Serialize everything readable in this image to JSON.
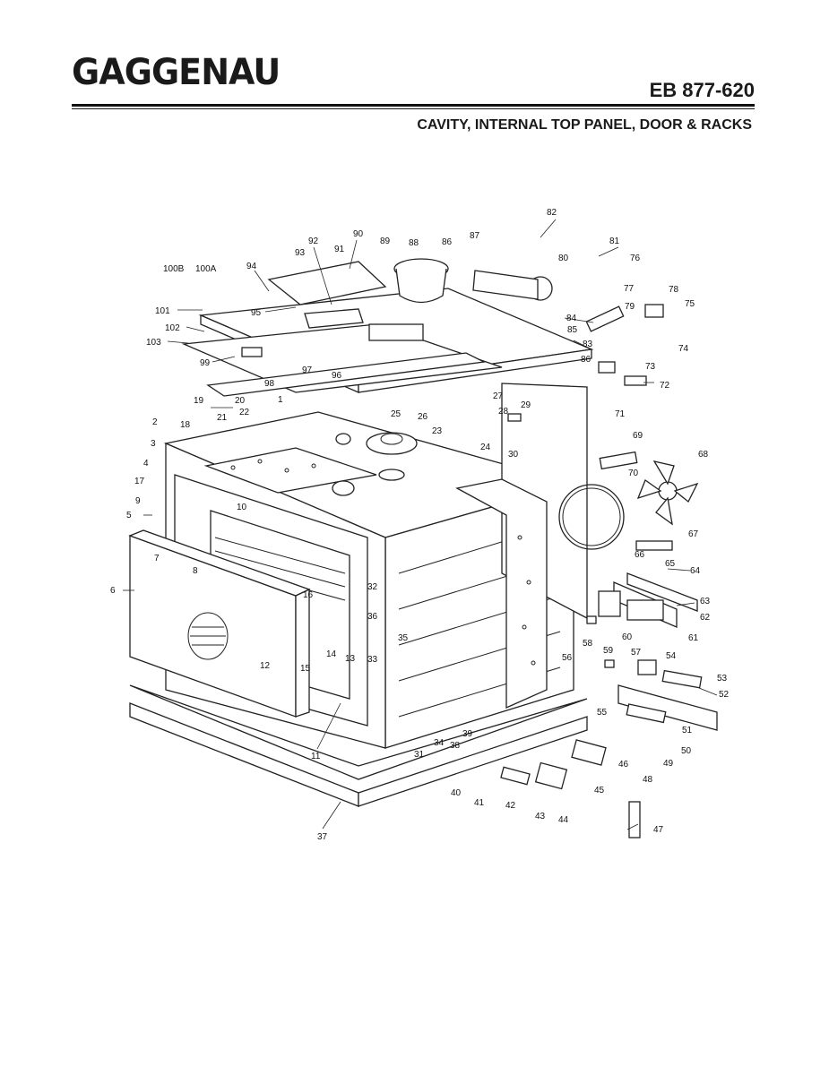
{
  "header": {
    "brand": "GAGGENAU",
    "model": "EB 877-620",
    "subtitle": "CAVITY, INTERNAL TOP PANEL, DOOR & RACKS"
  },
  "callouts": [
    "1",
    "2",
    "3",
    "4",
    "5",
    "6",
    "7",
    "8",
    "9",
    "10",
    "11",
    "12",
    "13",
    "14",
    "15",
    "16",
    "17",
    "18",
    "19",
    "20",
    "21",
    "22",
    "23",
    "24",
    "25",
    "26",
    "27",
    "28",
    "29",
    "30",
    "31",
    "32",
    "33",
    "34",
    "35",
    "36",
    "37",
    "38",
    "39",
    "40",
    "41",
    "42",
    "43",
    "44",
    "45",
    "46",
    "47",
    "48",
    "49",
    "50",
    "51",
    "52",
    "53",
    "54",
    "55",
    "56",
    "57",
    "58",
    "59",
    "60",
    "61",
    "62",
    "63",
    "64",
    "65",
    "66",
    "67",
    "68",
    "69",
    "70",
    "71",
    "72",
    "73",
    "74",
    "75",
    "76",
    "77",
    "78",
    "79",
    "80",
    "81",
    "82",
    "83",
    "84",
    "85",
    "86",
    "86",
    "87",
    "88",
    "89",
    "90",
    "91",
    "92",
    "93",
    "94",
    "95",
    "96",
    "97",
    "98",
    "99",
    "100A",
    "100B",
    "101",
    "102",
    "103"
  ]
}
